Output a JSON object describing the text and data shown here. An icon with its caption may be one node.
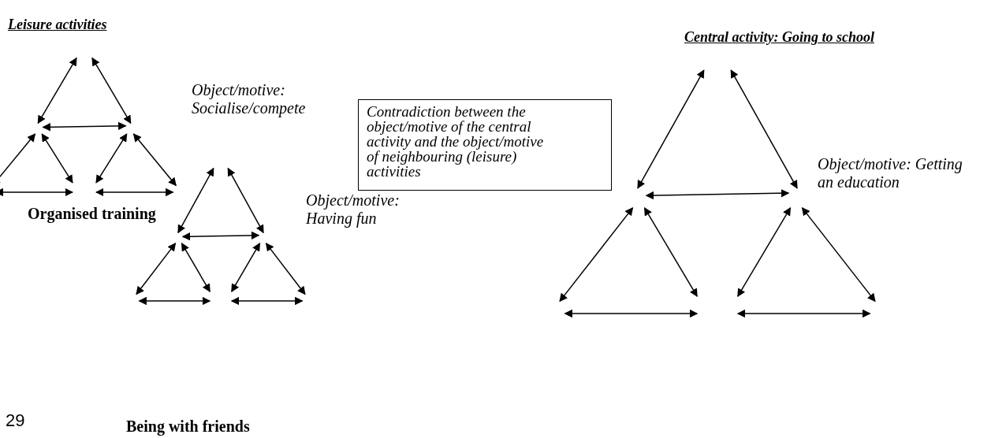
{
  "diagram": {
    "nodes": [
      {
        "text": [
          "Contradiction between the object/motive of the central activity and the object/motive of neighbouring (leisure) activities"
        ]
      }
    ],
    "edges": [],
    "labels": [
      "Leisure activities",
      "Central activity: Going to school",
      "Object/motive: Socialise/compete",
      "Organised training",
      "Object/motive: Having fun",
      "Object/motive: Getting an education",
      "29",
      "Being with friends"
    ]
  }
}
